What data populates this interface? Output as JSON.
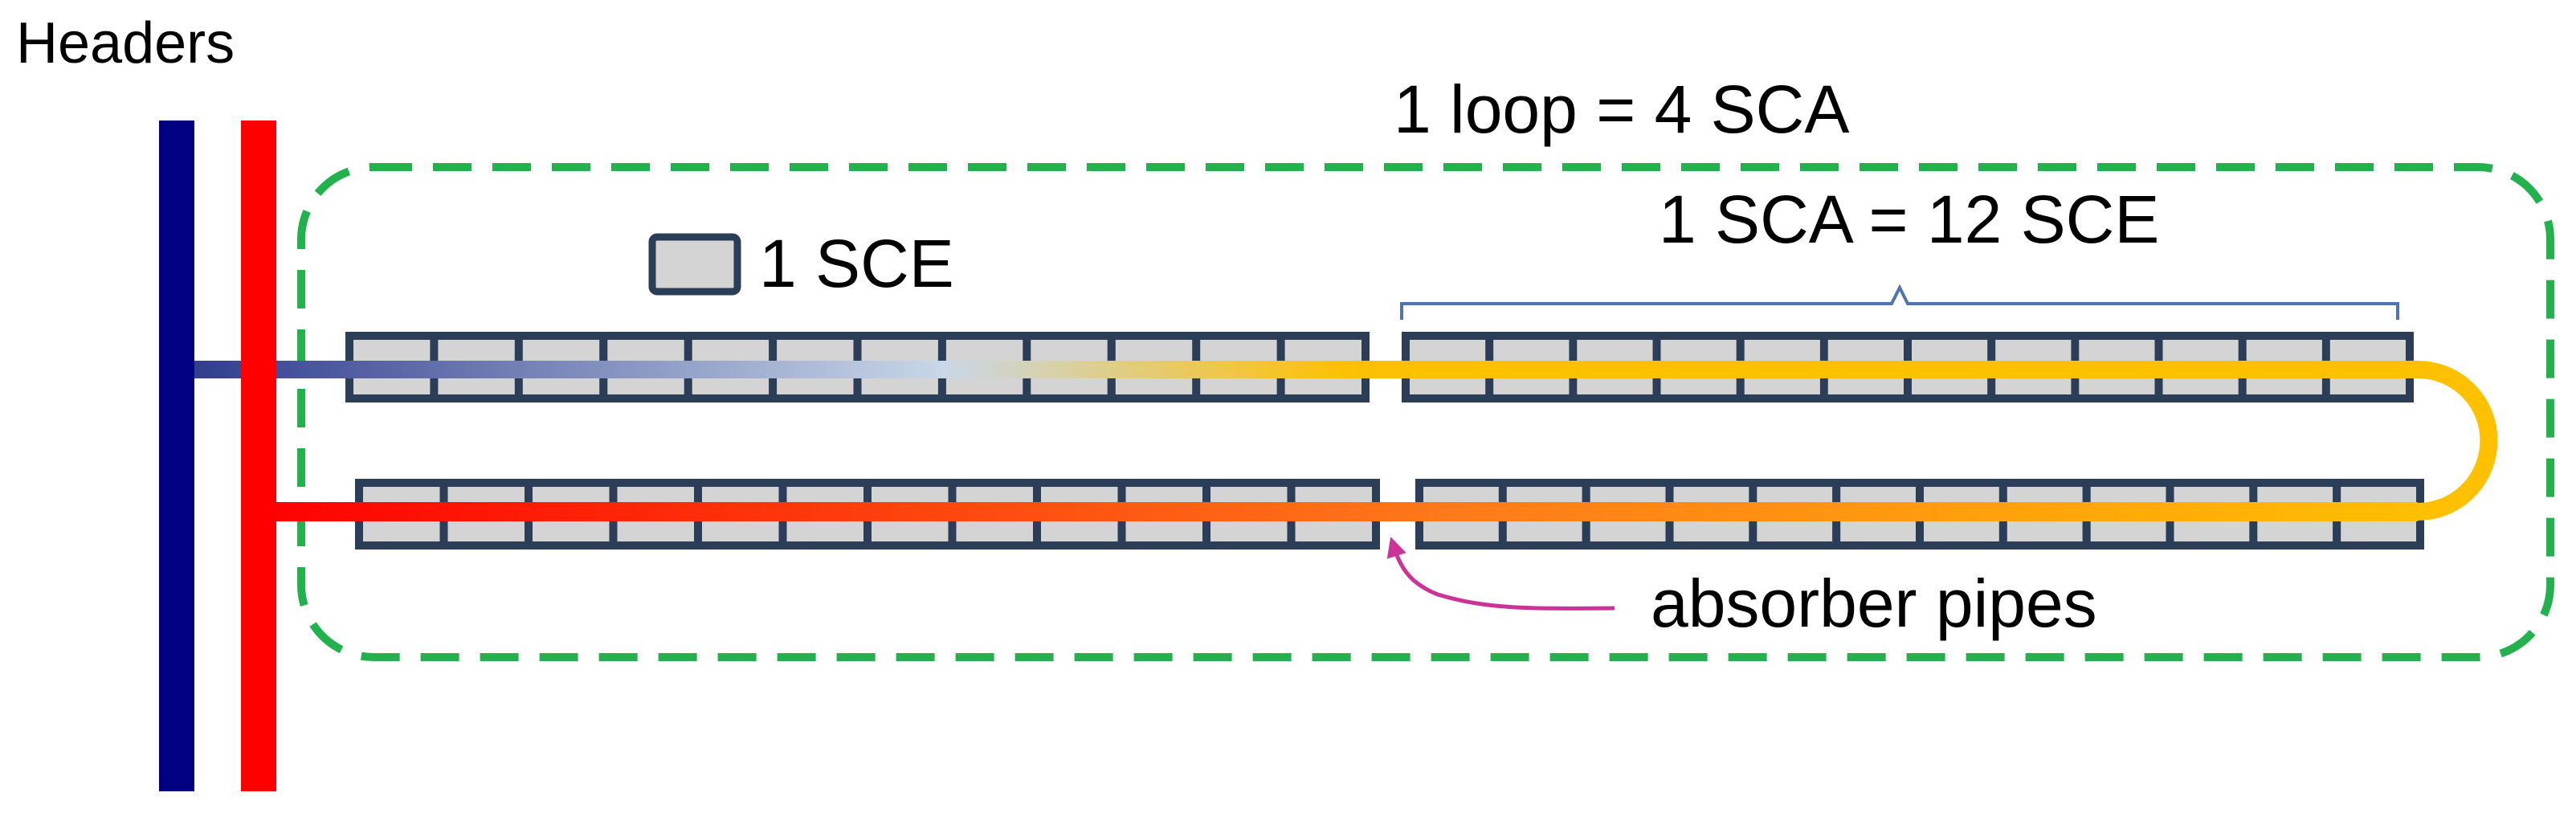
{
  "labels": {
    "headers": "Headers",
    "loop": "1 loop = 4 SCA",
    "sca": "1 SCA = 12 SCE",
    "sce": "1 SCE",
    "pipes": "absorber pipes"
  },
  "structure": {
    "rows": 2,
    "sca_per_row": 2,
    "sce_per_sca": 12
  },
  "colors": {
    "cold_header": "#000080",
    "hot_header": "#ff0000",
    "loop_boundary": "#22b14c",
    "loop_label": "#22b14c",
    "sce_fill": "#d4d4d4",
    "sca_border": "#2b3d57",
    "brace": "#4f73b3",
    "arrow": "#cc3399",
    "pipe_cold": "#2e3a8c",
    "pipe_mid": "#c9d7e8",
    "pipe_warm": "#ffc000",
    "pipe_hot": "#ff0000",
    "pipe_orange": "#ff7a1a"
  }
}
